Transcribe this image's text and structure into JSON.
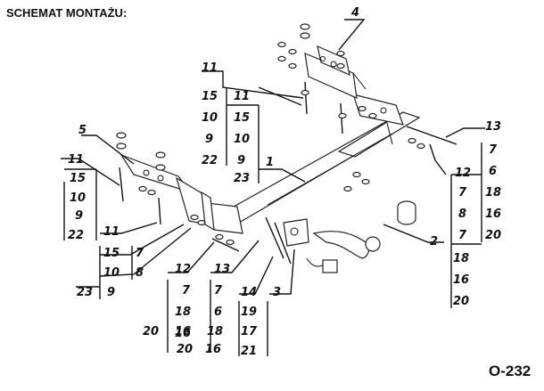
{
  "title": "SCHEMAT MONTAŻU:",
  "code": "O-232",
  "callouts": {
    "part_1": "1",
    "part_2": "2",
    "part_3": "3",
    "part_4": "4",
    "part_5": "5",
    "part_13": "13",
    "part_14": "14",
    "part_11_left": "11",
    "part_11_top": "11",
    "part_11_mid": "11",
    "part_12_bottom": "12",
    "part_13_bottom": "13",
    "part_12_right": "12",
    "part_23_left": "23"
  },
  "stacks": {
    "top_left": [
      "15",
      "10",
      "9",
      "22"
    ],
    "top_right": [
      "11",
      "15",
      "10",
      "9",
      "23"
    ],
    "left": [
      "15",
      "10",
      "9",
      "22"
    ],
    "mid_left_a": [
      "15",
      "10",
      "9"
    ],
    "mid_left_b": [
      "7",
      "8"
    ],
    "bottom_a": [
      "7",
      "18",
      "16",
      "16"
    ],
    "bottom_b": [
      "7",
      "6",
      "18",
      "16"
    ],
    "bottom_c": [
      "19",
      "17",
      "21"
    ],
    "right_a": [
      "7",
      "6",
      "18",
      "16",
      "20"
    ],
    "right_b": [
      "7",
      "8",
      "7"
    ],
    "right_c": [
      "18",
      "16",
      "20"
    ]
  },
  "extra_labels": {
    "bottom_20_a": "20",
    "bottom_20_b": "20"
  }
}
